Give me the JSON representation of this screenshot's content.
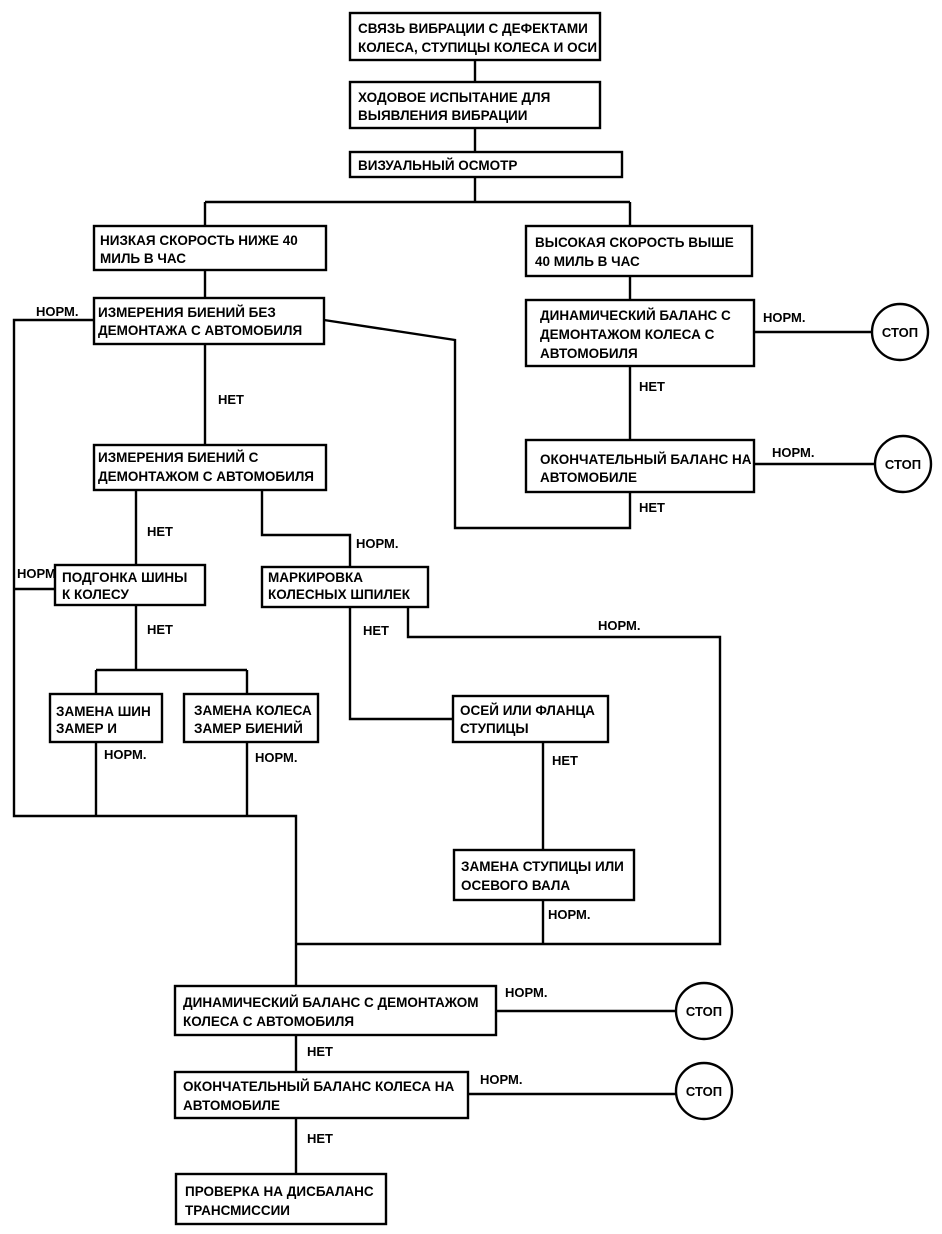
{
  "nodes": {
    "n1": [
      "СВЯЗЬ ВИБРАЦИИ С ДЕФЕКТАМИ",
      "КОЛЕСА, СТУПИЦЫ КОЛЕСА И ОСИ"
    ],
    "n2": [
      "ХОДОВОЕ ИСПЫТАНИЕ ДЛЯ",
      "ВЫЯВЛЕНИЯ ВИБРАЦИИ"
    ],
    "n3": [
      "ВИЗУАЛЬНЫЙ ОСМОТР"
    ],
    "n4": [
      "НИЗКАЯ СКОРОСТЬ НИЖЕ 40",
      "МИЛЬ В ЧАС"
    ],
    "n5": [
      "ВЫСОКАЯ СКОРОСТЬ ВЫШЕ",
      "40 МИЛЬ В ЧАС"
    ],
    "n6": [
      "ИЗМЕРЕНИЯ БИЕНИЙ БЕЗ",
      "ДЕМОНТАЖА С АВТОМОБИЛЯ"
    ],
    "n7": [
      "ДИНАМИЧЕСКИЙ БАЛАНС С",
      "ДЕМОНТАЖОМ КОЛЕСА С",
      "АВТОМОБИЛЯ"
    ],
    "n8": [
      "ИЗМЕРЕНИЯ БИЕНИЙ С",
      "ДЕМОНТАЖОМ С АВТОМОБИЛЯ"
    ],
    "n9": [
      "ОКОНЧАТЕЛЬНЫЙ БАЛАНС НА",
      "АВТОМОБИЛЕ"
    ],
    "n10": [
      "ПОДГОНКА ШИНЫ",
      "К КОЛЕСУ"
    ],
    "n11": [
      "МАРКИРОВКА",
      "КОЛЕСНЫХ ШПИЛЕК"
    ],
    "n12": [
      "ЗАМЕНА ШИН",
      "ЗАМЕР И"
    ],
    "n13": [
      "ЗАМЕНА КОЛЕСА",
      "ЗАМЕР БИЕНИЙ"
    ],
    "n14": [
      "ОСЕЙ ИЛИ ФЛАНЦА",
      "СТУПИЦЫ"
    ],
    "n15": [
      "ЗАМЕНА СТУПИЦЫ ИЛИ",
      "ОСЕВОГО ВАЛА"
    ],
    "n16": [
      "ДИНАМИЧЕСКИЙ БАЛАНС С ДЕМОНТАЖОМ",
      "КОЛЕСА С АВТОМОБИЛЯ"
    ],
    "n17": [
      "ОКОНЧАТЕЛЬНЫЙ БАЛАНС КОЛЕСА НА",
      "АВТОМОБИЛЕ"
    ],
    "n18": [
      "ПРОВЕРКА НА ДИСБАЛАНС",
      "ТРАНСМИССИИ"
    ]
  },
  "labels": {
    "norm": "НОРМ.",
    "norm_short": "НОРМ",
    "net": "НЕТ",
    "stop": "СТОП"
  },
  "colors": {
    "ink": "#000000",
    "paper": "#ffffff"
  }
}
